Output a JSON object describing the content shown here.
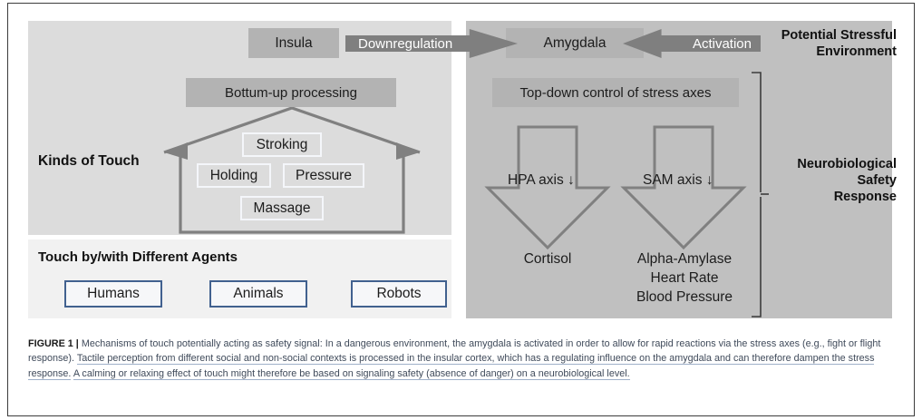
{
  "figure": {
    "label": "FIGURE 1",
    "separator": "|",
    "caption_part1": "Mechanisms of touch potentially acting as safety signal: In a dangerous environment, the amygdala is activated in order to allow for rapid reactions via the stress axes (e.g., fight or flight response).",
    "caption_part2": "Tactile perception from different social and non-social contexts is processed in the insular cortex, which has a regulating influence on the amygdala and can therefore dampen the stress response.",
    "caption_part3": "A calming or relaxing effect of touch might therefore be based on signaling safety (absence of danger) on a neurobiological level."
  },
  "diagram": {
    "left_panel": {
      "kinds_of_touch_label": "Kinds of Touch",
      "insula": "Insula",
      "bottom_up": "Bottum-up processing",
      "touch_types": [
        "Stroking",
        "Holding",
        "Pressure",
        "Massage"
      ]
    },
    "agents_panel": {
      "title": "Touch by/with Different Agents",
      "agents": [
        "Humans",
        "Animals",
        "Robots"
      ]
    },
    "right_panel": {
      "amygdala": "Amygdala",
      "top_down": "Top-down control of stress axes",
      "axes": [
        {
          "name": "HPA axis ↓",
          "outcome": "Cortisol"
        },
        {
          "name": "SAM axis ↓",
          "outcome": "Alpha-Amylase\nHeart Rate\nBlood Pressure"
        }
      ],
      "potential_stressful_environment": "Potential Stressful\nEnvironment",
      "neurobiological_safety_response": "Neurobiological\nSafety\nResponse"
    },
    "arrows": {
      "downregulation": "Downregulation",
      "activation": "Activation"
    },
    "colors": {
      "left_panel_bg": "#dcdcdc",
      "agents_panel_bg": "#f1f1f1",
      "right_panel_bg": "#c0c0c0",
      "grey_box": "#b3b3b3",
      "arrow": "#7f7f7f",
      "agent_border": "#41618f",
      "outline": "#808080"
    }
  }
}
